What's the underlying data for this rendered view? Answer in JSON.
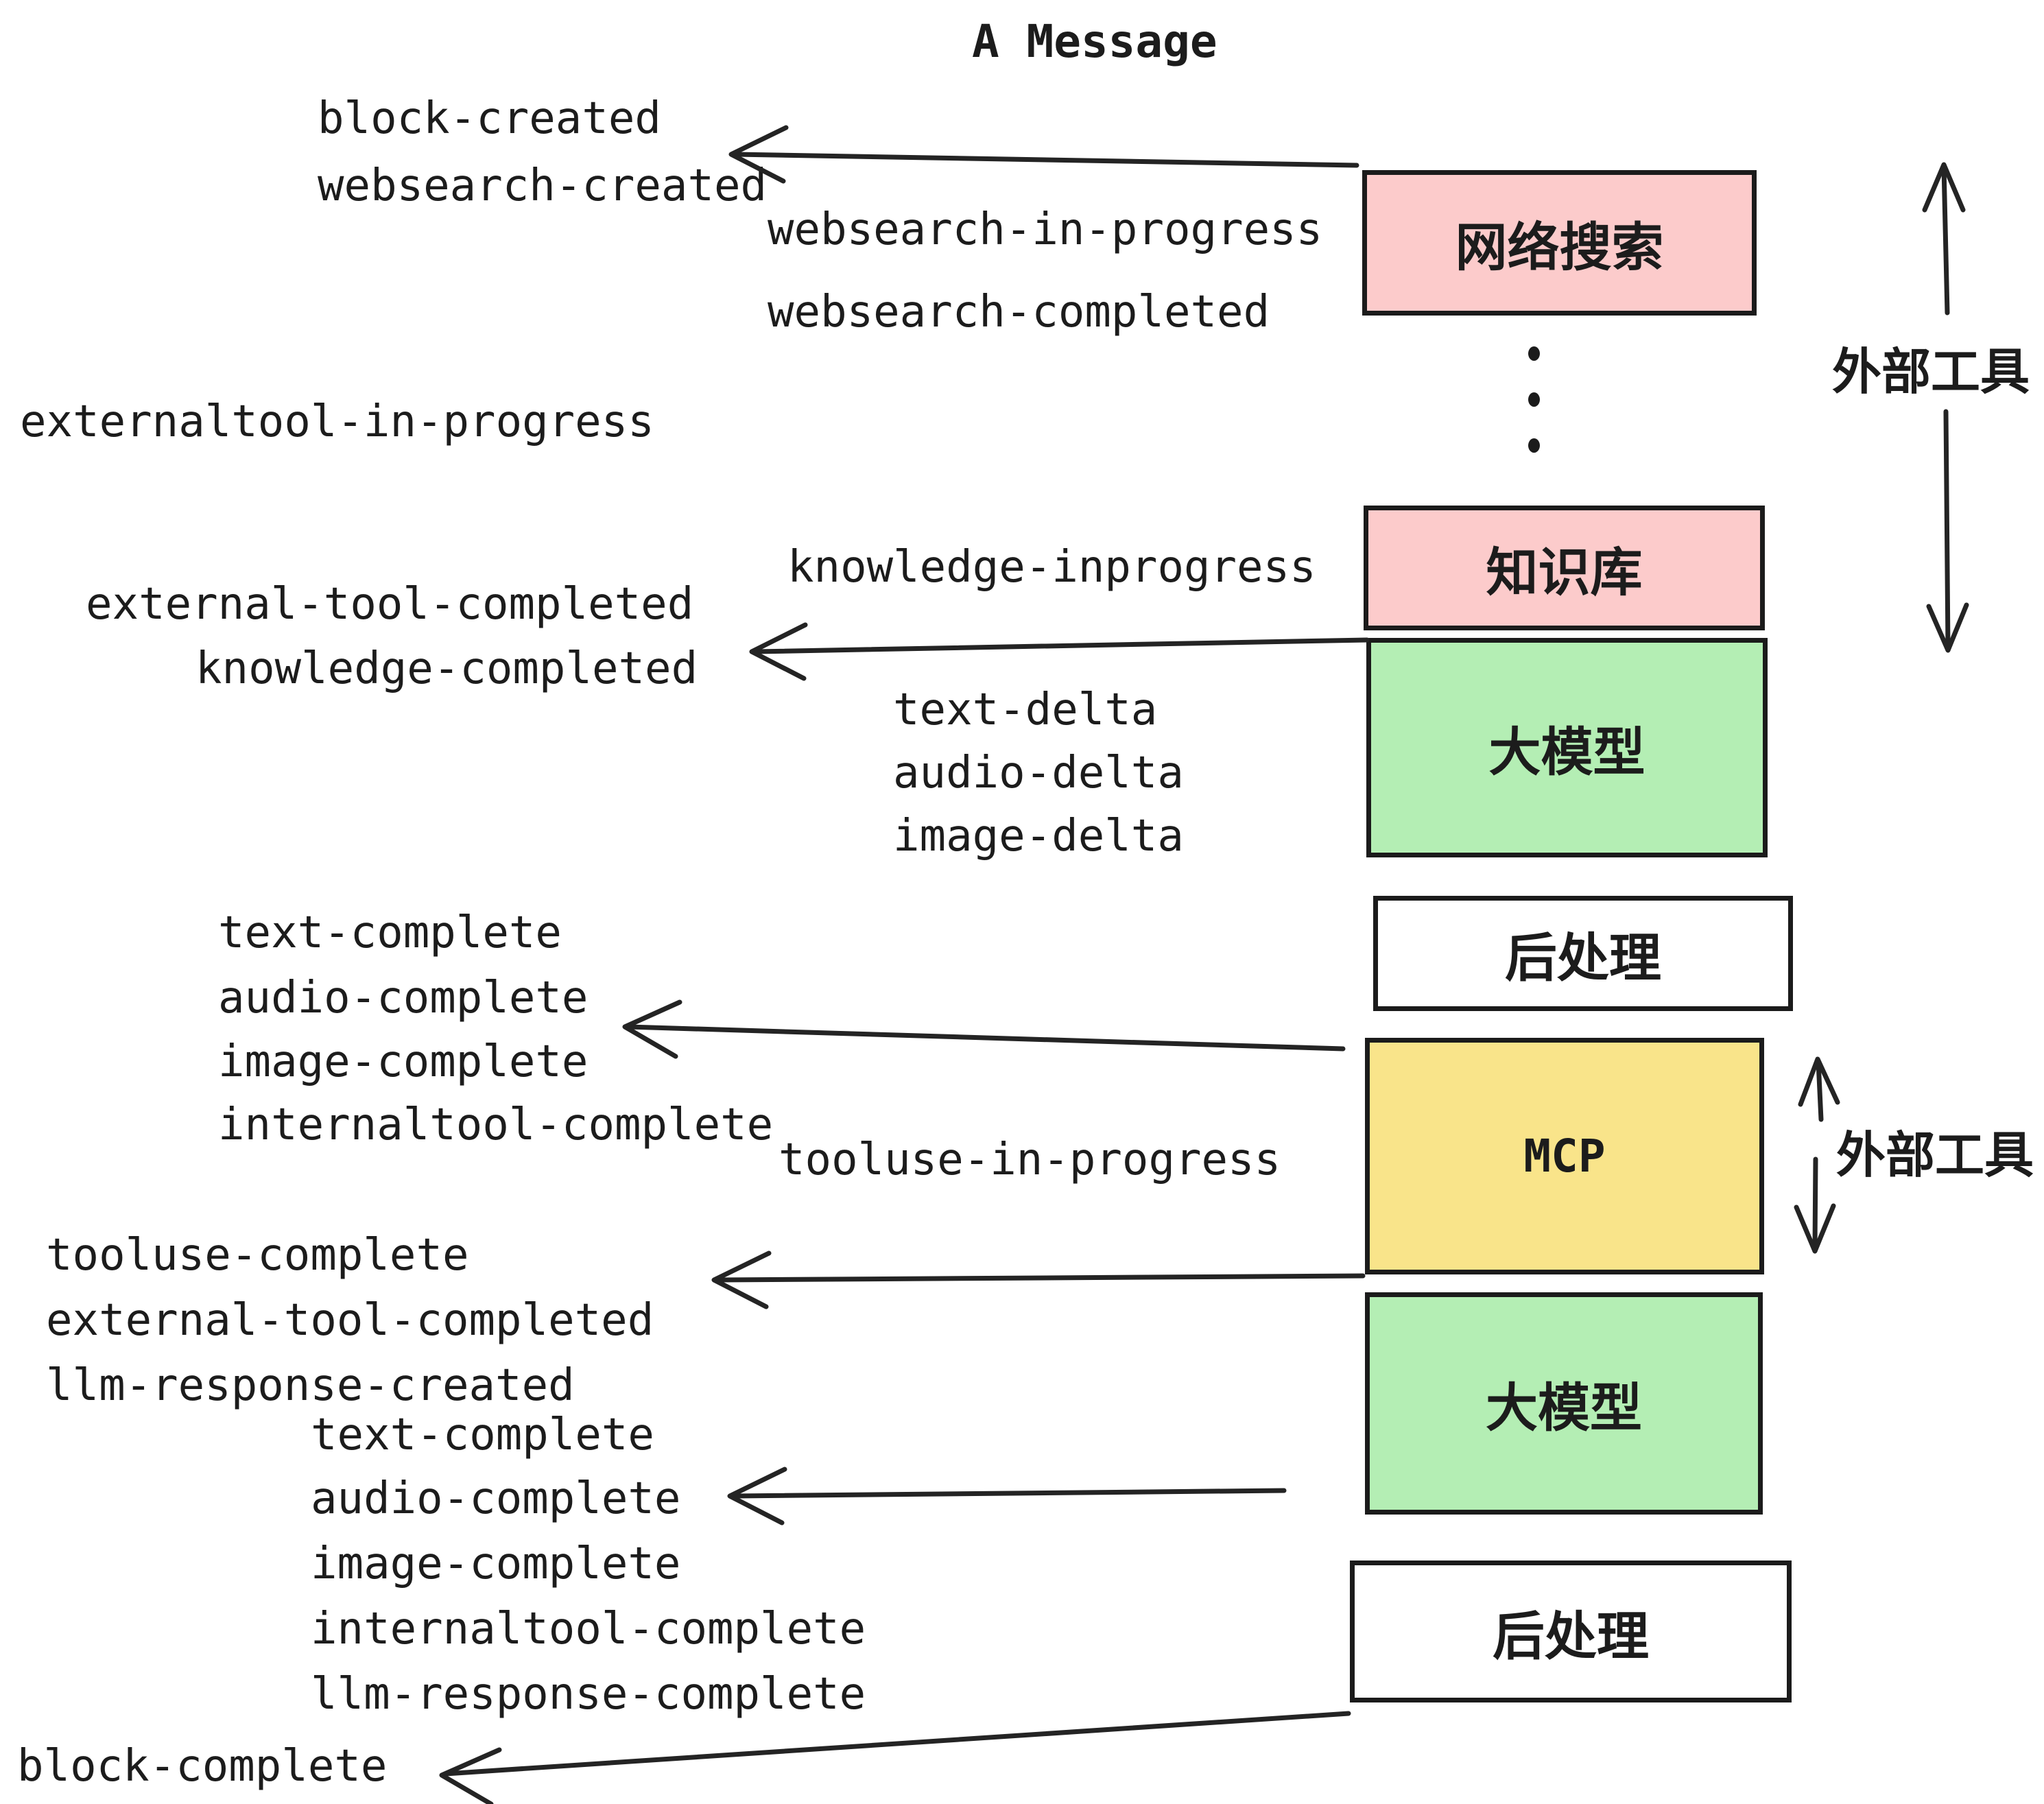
{
  "title": "A Message",
  "boxes": [
    {
      "id": "websearch",
      "label": "网络搜索",
      "color": "#fccbcb"
    },
    {
      "id": "knowledge",
      "label": "知识库",
      "color": "#fccbcb"
    },
    {
      "id": "llm-1",
      "label": "大模型",
      "color": "#b4eeb4"
    },
    {
      "id": "postprocess-1",
      "label": "后处理",
      "color": "#ffffff"
    },
    {
      "id": "mcp",
      "label": "MCP",
      "color": "#f9e48a"
    },
    {
      "id": "llm-2",
      "label": "大模型",
      "color": "#b4eeb4"
    },
    {
      "id": "postprocess-2",
      "label": "后处理",
      "color": "#ffffff"
    }
  ],
  "side_labels": [
    {
      "id": "external-tools-top",
      "label": "外部工具"
    },
    {
      "id": "external-tools-mcp",
      "label": "外部工具"
    }
  ],
  "event_labels": [
    "block-created",
    "websearch-created",
    "websearch-in-progress",
    "websearch-completed",
    "externaltool-in-progress",
    "knowledge-inprogress",
    "external-tool-completed",
    "knowledge-completed",
    "text-delta",
    "audio-delta",
    "image-delta",
    "text-complete",
    "audio-complete",
    "image-complete",
    "internaltool-complete",
    "tooluse-in-progress",
    "tooluse-complete",
    "external-tool-completed",
    "llm-response-created",
    "text-complete",
    "audio-complete",
    "image-complete",
    "internaltool-complete",
    "llm-response-complete",
    "block-complete"
  ],
  "colors": {
    "background": "#ffffff",
    "ink": "#1c1c1c",
    "box_pink": "#fccbcb",
    "box_green": "#b4eeb4",
    "box_yellow": "#f9e48a",
    "box_white": "#ffffff",
    "box_border": "#1b1b1b"
  }
}
